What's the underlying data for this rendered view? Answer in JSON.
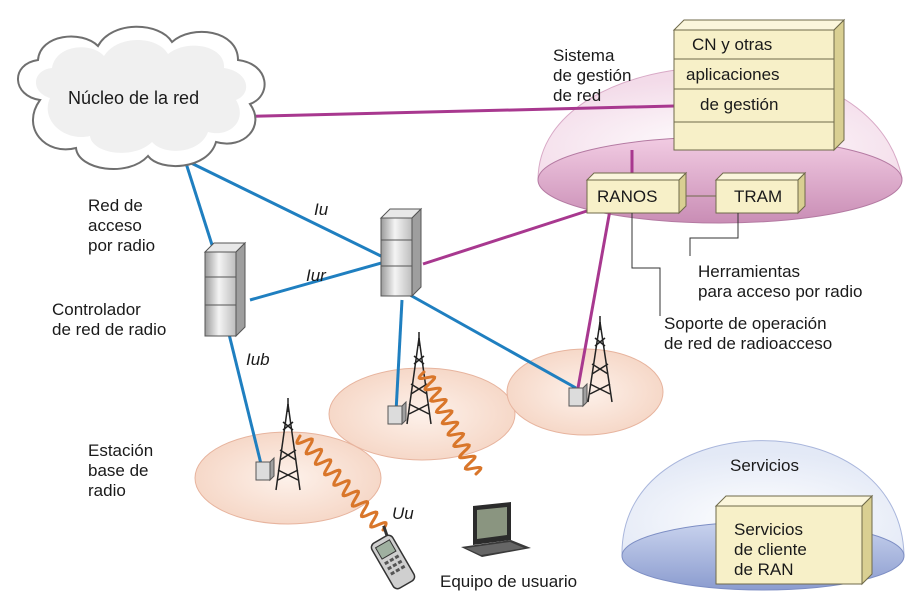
{
  "labels": {
    "core": "Núcleo de la red",
    "nms": [
      "Sistema",
      "de gestión",
      "de red"
    ],
    "cn_box": [
      "CN y otras",
      "aplicaciones",
      "de gestión"
    ],
    "ranos": "RANOS",
    "tram": "TRAM",
    "ran": [
      "Red de",
      "acceso",
      "por radio"
    ],
    "rnc": [
      "Controlador",
      "de red de radio"
    ],
    "rbs": [
      "Estación",
      "base de",
      "radio"
    ],
    "tools": [
      "Herramientas",
      "para acceso por radio"
    ],
    "oss": [
      "Soporte de operación",
      "de red de radioacceso"
    ],
    "services_title": "Servicios",
    "services_box": [
      "Servicios",
      "de cliente",
      "de RAN"
    ],
    "ue": "Equipo de usuario",
    "iface_iu": "Iu",
    "iface_iur": "Iur",
    "iface_iub": "Iub",
    "iface_uu": "Uu"
  },
  "colors": {
    "blue_link": "#1f7fc0",
    "magenta_link": "#a8388f",
    "radio_wave": "#d9762a",
    "dome_pink": "#e8b4d6",
    "dome_blue": "#8fa3d6",
    "cell_fill": "#f9e2d6",
    "box_fill": "#f7f0c8"
  },
  "icons": {
    "cloud": "cloud-icon",
    "server": "server-icon",
    "tower": "antenna-tower-icon",
    "phone": "mobile-phone-icon",
    "laptop": "laptop-icon"
  }
}
